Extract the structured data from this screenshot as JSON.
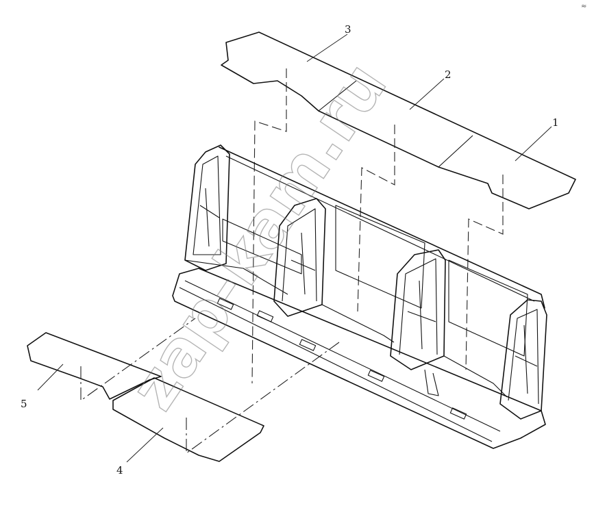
{
  "callouts": {
    "c1": "1",
    "c2": "2",
    "c3": "3",
    "c4": "4",
    "c5": "5"
  },
  "watermark": "zap-kam.ru",
  "corner_mark": "≈"
}
